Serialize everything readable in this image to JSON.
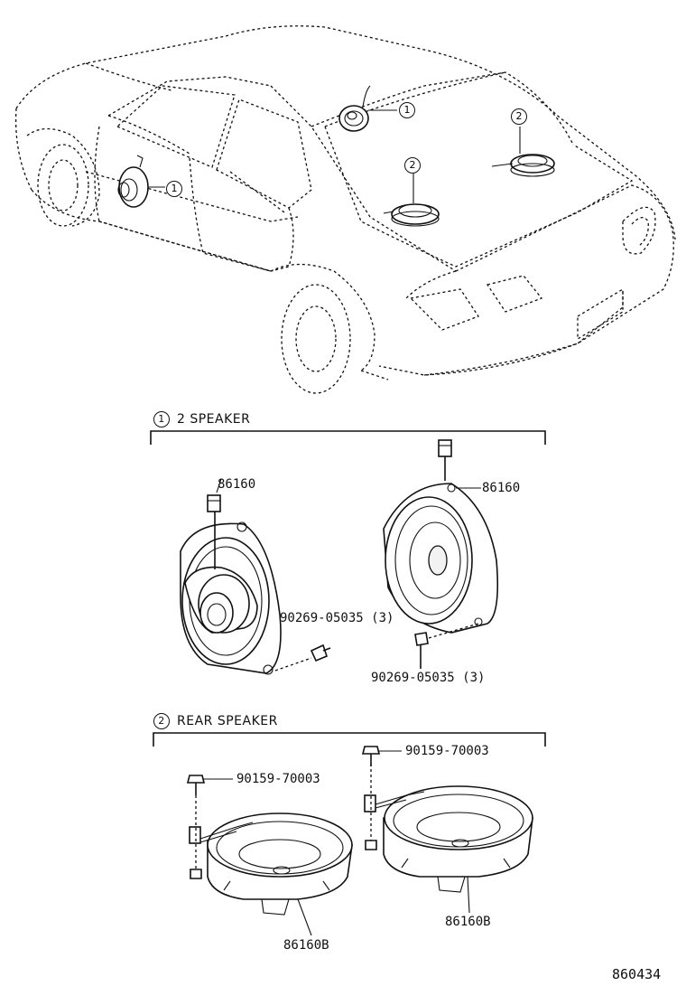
{
  "sections": [
    {
      "marker": "1",
      "title": "2 SPEAKER"
    },
    {
      "marker": "2",
      "title": "REAR SPEAKER"
    }
  ],
  "car_markers": [
    "1",
    "1",
    "2",
    "2"
  ],
  "parts": {
    "front_left_speaker": "86160",
    "front_right_speaker": "86160",
    "front_left_screw": "90269-05035 (3)",
    "front_right_screw": "90269-05035 (3)",
    "rear_left_clip": "90159-70003",
    "rear_right_clip": "90159-70003",
    "rear_left_speaker": "86160B",
    "rear_right_speaker": "86160B"
  },
  "illustration_number": "860434"
}
